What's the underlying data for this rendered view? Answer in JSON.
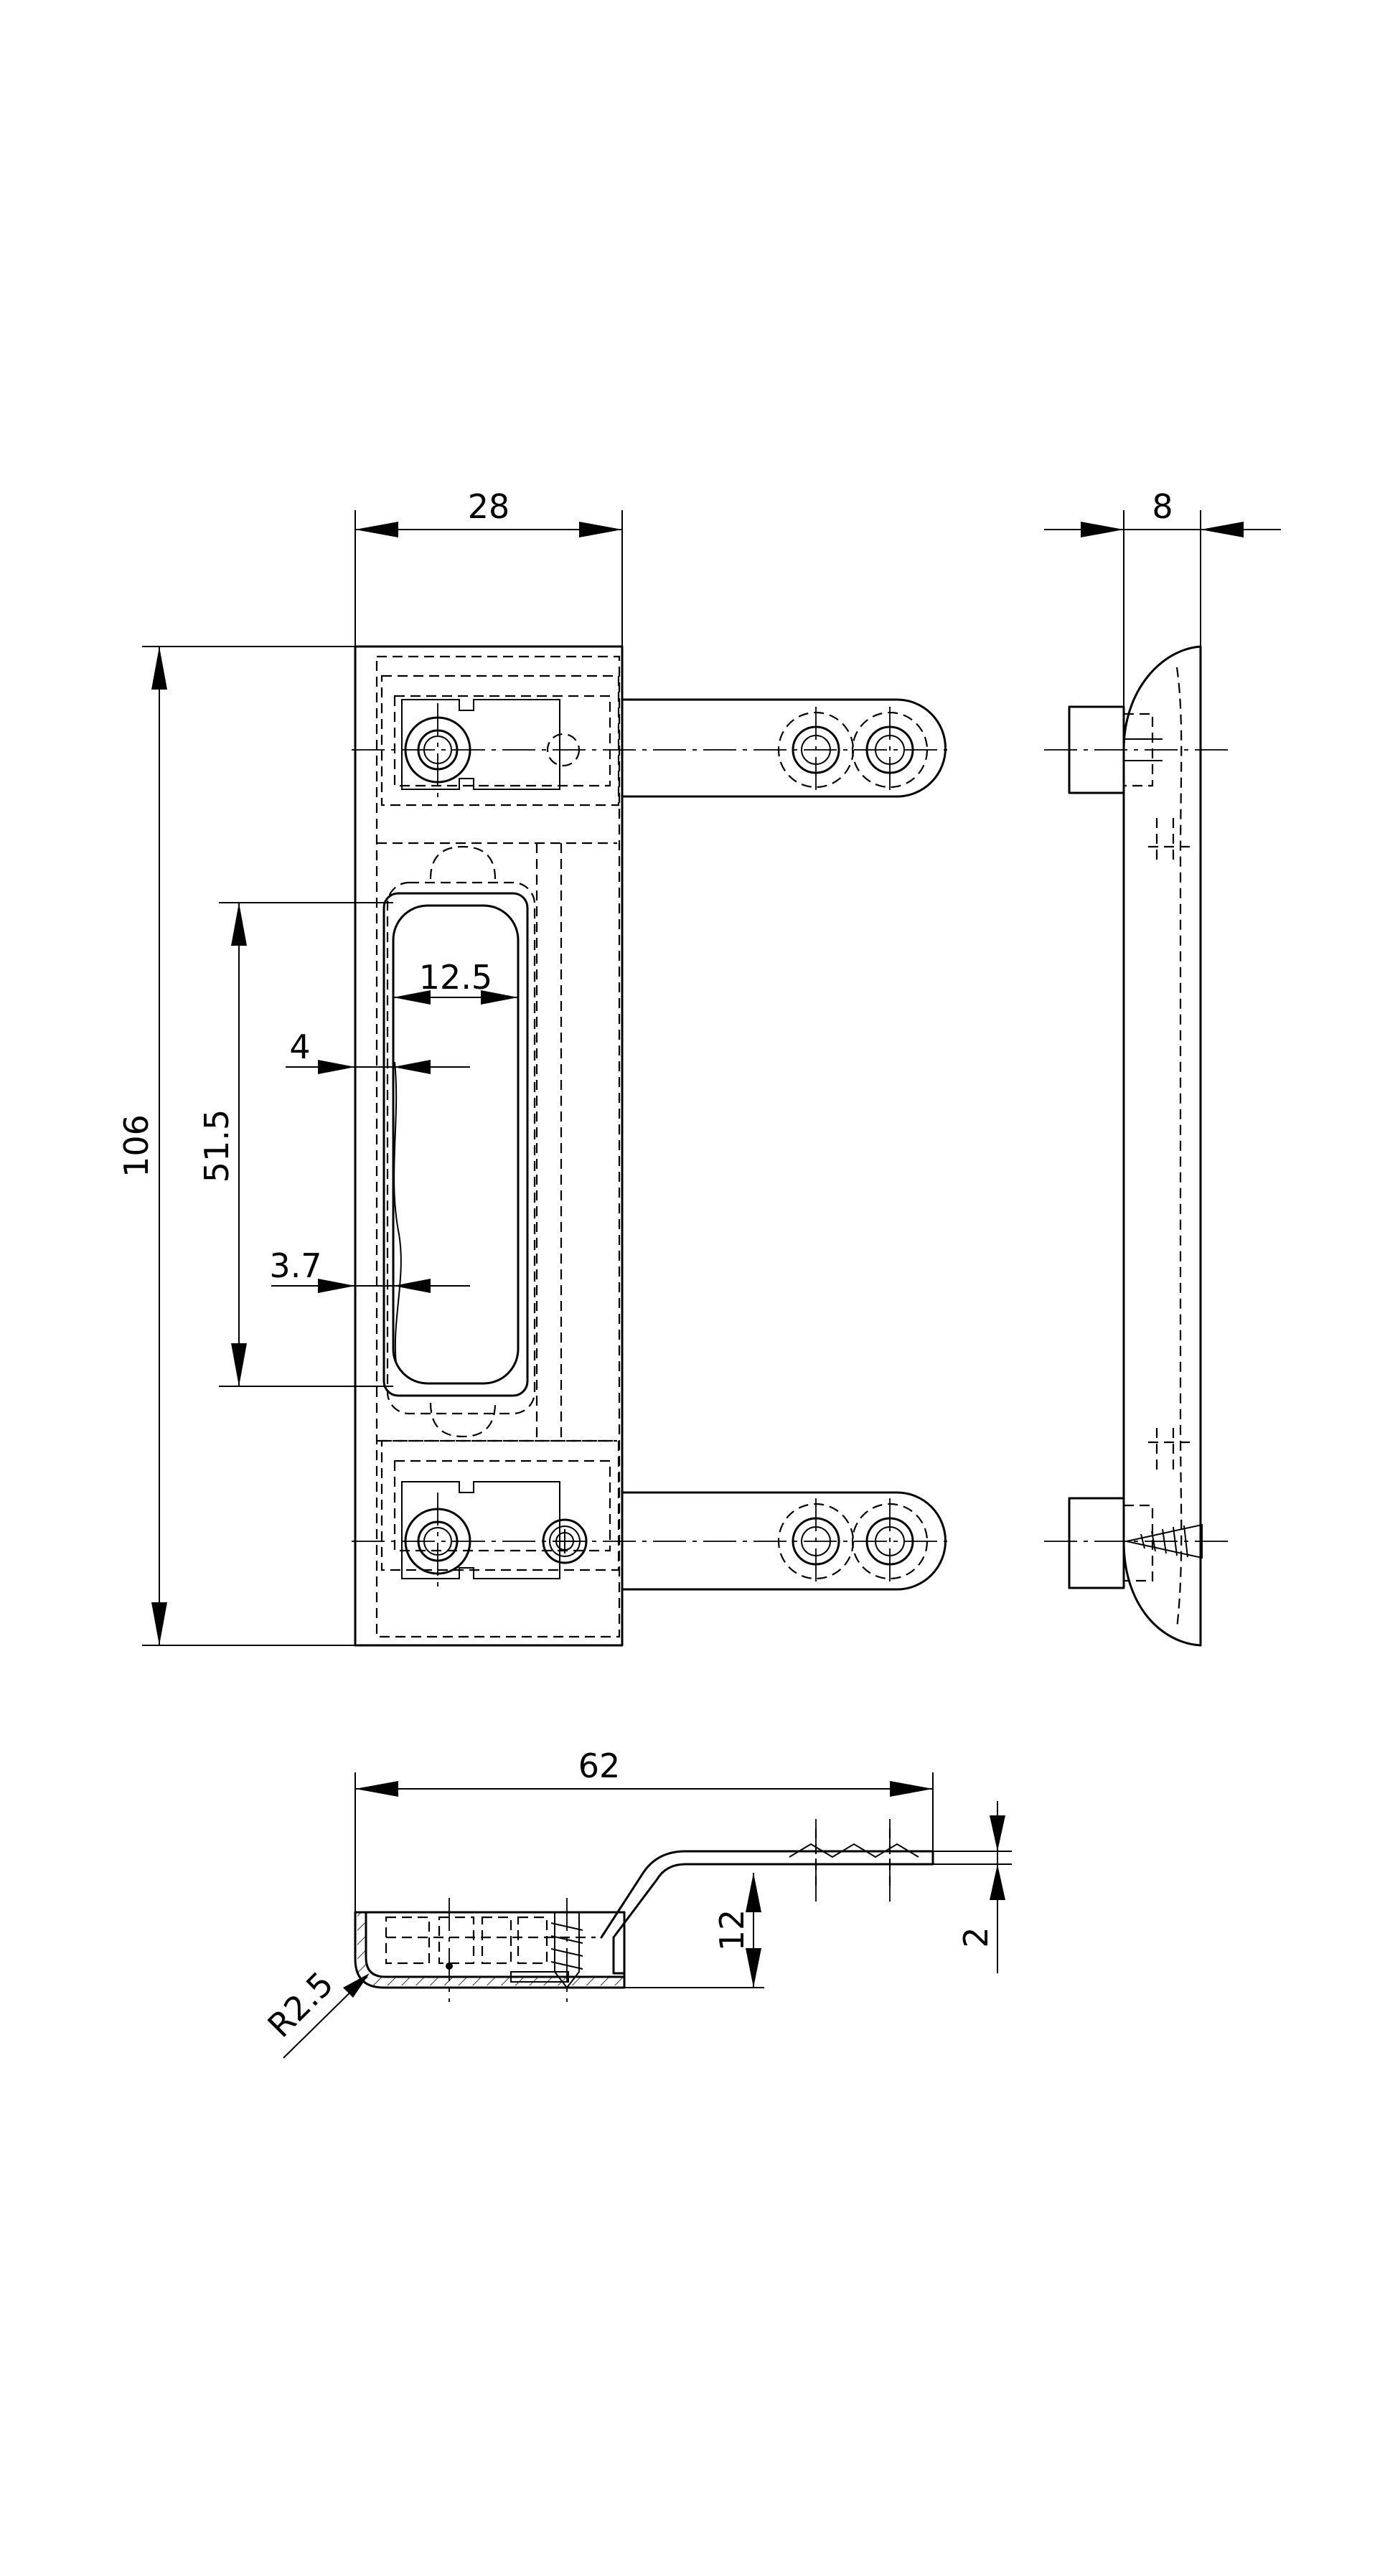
{
  "dimensions": {
    "width_28": "28",
    "width_8": "8",
    "height_106": "106",
    "slot_51_5": "51.5",
    "slot_12_5": "12.5",
    "offset_4": "4",
    "offset_3_7": "3.7",
    "length_62": "62",
    "height_12": "12",
    "thickness_2": "2",
    "radius_r2_5": "R2.5"
  }
}
